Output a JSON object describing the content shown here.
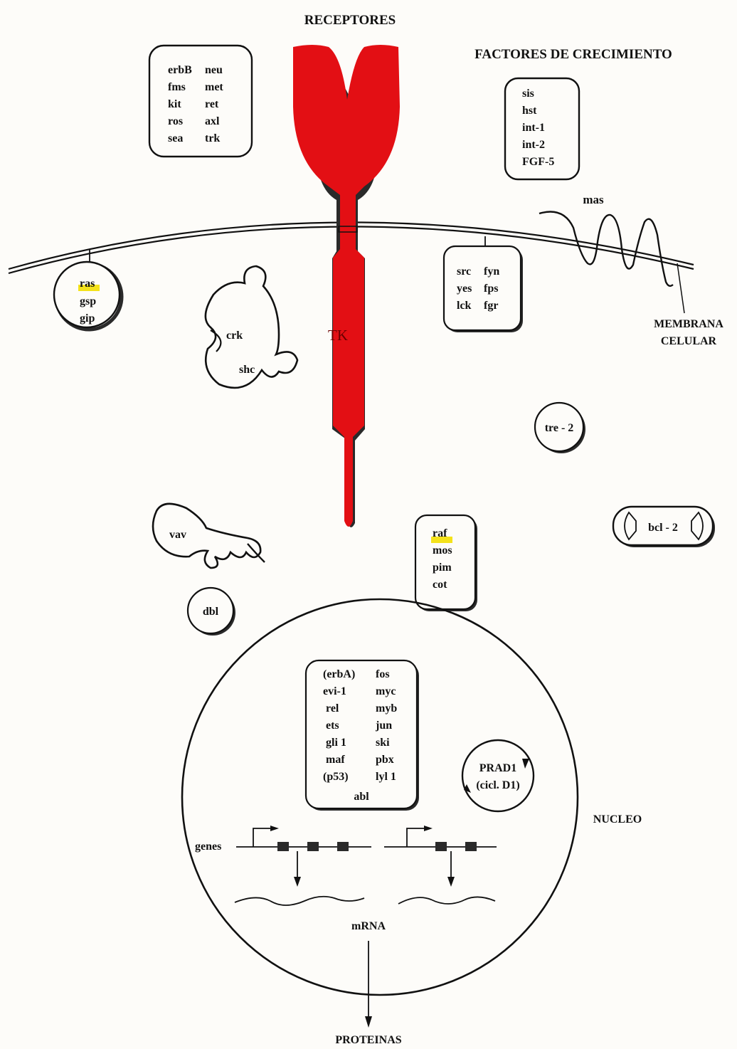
{
  "labels": {
    "receptores": "RECEPTORES",
    "factores": "FACTORES DE CRECIMIENTO",
    "mas": "mas",
    "membrana_1": "MEMBRANA",
    "membrana_2": "CELULAR",
    "tk": "TK",
    "nucleo": "NUCLEO",
    "genes": "genes",
    "mrna": "mRNA",
    "proteinas": "PROTEINAS"
  },
  "receptors": {
    "left": [
      "erbB",
      "fms",
      "kit",
      "ros",
      "sea"
    ],
    "right": [
      "neu",
      "met",
      "ret",
      "axl",
      "trk"
    ]
  },
  "growth_factors": [
    "sis",
    "hst",
    "int-1",
    "int-2",
    "FGF-5"
  ],
  "gproteins": [
    "ras",
    "gsp",
    "gip"
  ],
  "src_family": {
    "left": [
      "src",
      "yes",
      "lck"
    ],
    "right": [
      "fyn",
      "fps",
      "fgr"
    ]
  },
  "adaptors": {
    "crk": "crk",
    "shc": "shc",
    "vav": "vav",
    "dbl": "dbl"
  },
  "tre2": "tre - 2",
  "bcl2": "bcl - 2",
  "kinases": [
    "raf",
    "mos",
    "pim",
    "cot"
  ],
  "nuclear": {
    "left": [
      "(erbA)",
      "evi-1",
      "rel",
      "ets",
      "gli 1",
      "maf",
      "(p53)"
    ],
    "right": [
      "fos",
      "myc",
      "myb",
      "jun",
      "ski",
      "pbx",
      "lyl 1"
    ],
    "bottom": "abl"
  },
  "prad1": [
    "PRAD1",
    "(cicl. D1)"
  ],
  "colors": {
    "receptor": "#e30f14",
    "highlight": "#f4e21a",
    "ink": "#111111"
  }
}
